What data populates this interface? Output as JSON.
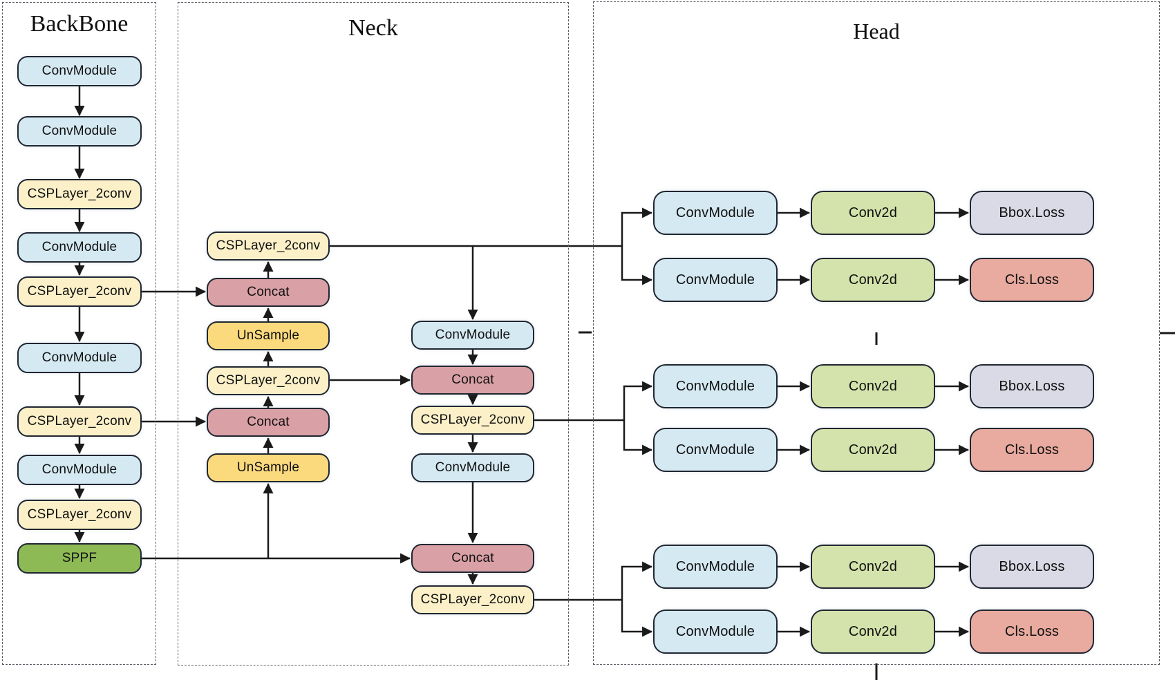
{
  "sections": {
    "backbone": {
      "title": "BackBone"
    },
    "neck": {
      "title": "Neck"
    },
    "head": {
      "title": "Head"
    }
  },
  "node_types": {
    "conv_module": {
      "label": "ConvModule",
      "fill": "#d5e9f2"
    },
    "csp_layer": {
      "label": "CSPLayer_2conv",
      "fill": "#fbf0c8"
    },
    "concat": {
      "label": "Concat",
      "fill": "#d9a0a5"
    },
    "upsample": {
      "label": "UnSample",
      "fill": "#fbd97d"
    },
    "sppf": {
      "label": "SPPF",
      "fill": "#8eba55"
    },
    "conv2d": {
      "label": "Conv2d",
      "fill": "#d4e3ab"
    },
    "bbox_loss": {
      "label": "Bbox.Loss",
      "fill": "#dadae6"
    },
    "cls_loss": {
      "label": "Cls.Loss",
      "fill": "#e9aa9f"
    }
  },
  "colors": {
    "line": "#1a1a1a",
    "node_border": "#202631",
    "section_border": "#585d66",
    "background": "#ffffff",
    "text": "#101010"
  }
}
